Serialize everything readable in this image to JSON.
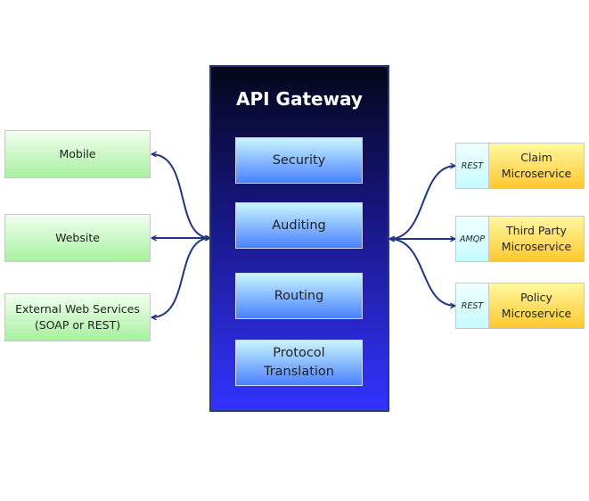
{
  "gateway": {
    "title": "API Gateway",
    "modules": [
      "Security",
      "Auditing",
      "Routing",
      "Protocol\nTranslation"
    ]
  },
  "clients": [
    {
      "label": "Mobile"
    },
    {
      "label": "Website"
    },
    {
      "label": "External Web Services\n(SOAP or REST)"
    }
  ],
  "services": [
    {
      "protocol": "REST",
      "label": "Claim\nMicroservice"
    },
    {
      "protocol": "AMQP",
      "label": "Third Party\nMicroservice"
    },
    {
      "protocol": "REST",
      "label": "Policy\nMicroservice"
    }
  ],
  "colors": {
    "connector": "#1f3580",
    "client_fill": "#a8f0a0",
    "module_fill": "#4a80ff",
    "service_fill": "#ffc830",
    "protocol_fill": "#c6fbff"
  }
}
